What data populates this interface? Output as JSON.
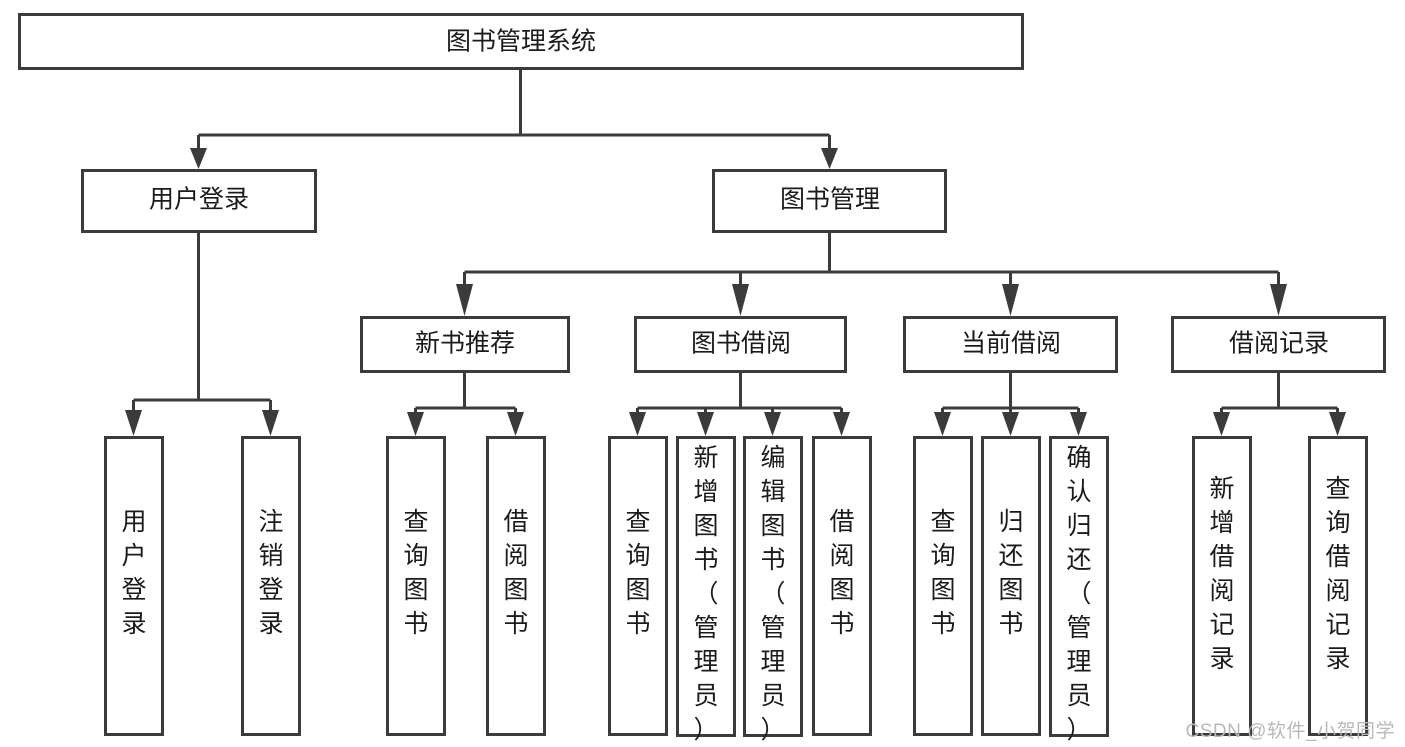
{
  "diagram": {
    "type": "hierarchy-tree",
    "title": "图书管理系统",
    "watermark": "CSDN @软件_小贺同学",
    "colors": {
      "box_stroke": "#3b3b3b",
      "box_fill": "#ffffff",
      "connector": "#3b3b3b",
      "text": "#1b1b1b",
      "background": "#ffffff",
      "watermark": "#b9b9b9"
    },
    "levels": {
      "root": {
        "label": "图书管理系统"
      },
      "level2": [
        {
          "id": "user-login",
          "label": "用户登录"
        },
        {
          "id": "book-management",
          "label": "图书管理"
        }
      ],
      "level3": [
        {
          "id": "new-book-recommend",
          "label": "新书推荐",
          "parent": "book-management"
        },
        {
          "id": "book-borrow",
          "label": "图书借阅",
          "parent": "book-management"
        },
        {
          "id": "current-borrow",
          "label": "当前借阅",
          "parent": "book-management"
        },
        {
          "id": "borrow-record",
          "label": "借阅记录",
          "parent": "book-management"
        }
      ],
      "leaves": [
        {
          "id": "leaf-user-login",
          "label": "用户登录",
          "parent": "user-login"
        },
        {
          "id": "leaf-logout-login",
          "label": "注销登录",
          "parent": "user-login"
        },
        {
          "id": "leaf-query-book-1",
          "label": "查询图书",
          "parent": "new-book-recommend"
        },
        {
          "id": "leaf-borrow-book-1",
          "label": "借阅图书",
          "parent": "new-book-recommend"
        },
        {
          "id": "leaf-query-book-2",
          "label": "查询图书",
          "parent": "book-borrow"
        },
        {
          "id": "leaf-add-book",
          "label": "新增图书（管理员）",
          "parent": "book-borrow"
        },
        {
          "id": "leaf-edit-book",
          "label": "编辑图书（管理员）",
          "parent": "book-borrow"
        },
        {
          "id": "leaf-borrow-book-2",
          "label": "借阅图书",
          "parent": "book-borrow"
        },
        {
          "id": "leaf-query-book-3",
          "label": "查询图书",
          "parent": "current-borrow"
        },
        {
          "id": "leaf-return-book",
          "label": "归还图书",
          "parent": "current-borrow"
        },
        {
          "id": "leaf-confirm-return",
          "label": "确认归还（管理员）",
          "parent": "current-borrow"
        },
        {
          "id": "leaf-add-record",
          "label": "新增借阅记录",
          "parent": "borrow-record"
        },
        {
          "id": "leaf-query-record",
          "label": "查询借阅记录",
          "parent": "borrow-record"
        }
      ]
    }
  }
}
